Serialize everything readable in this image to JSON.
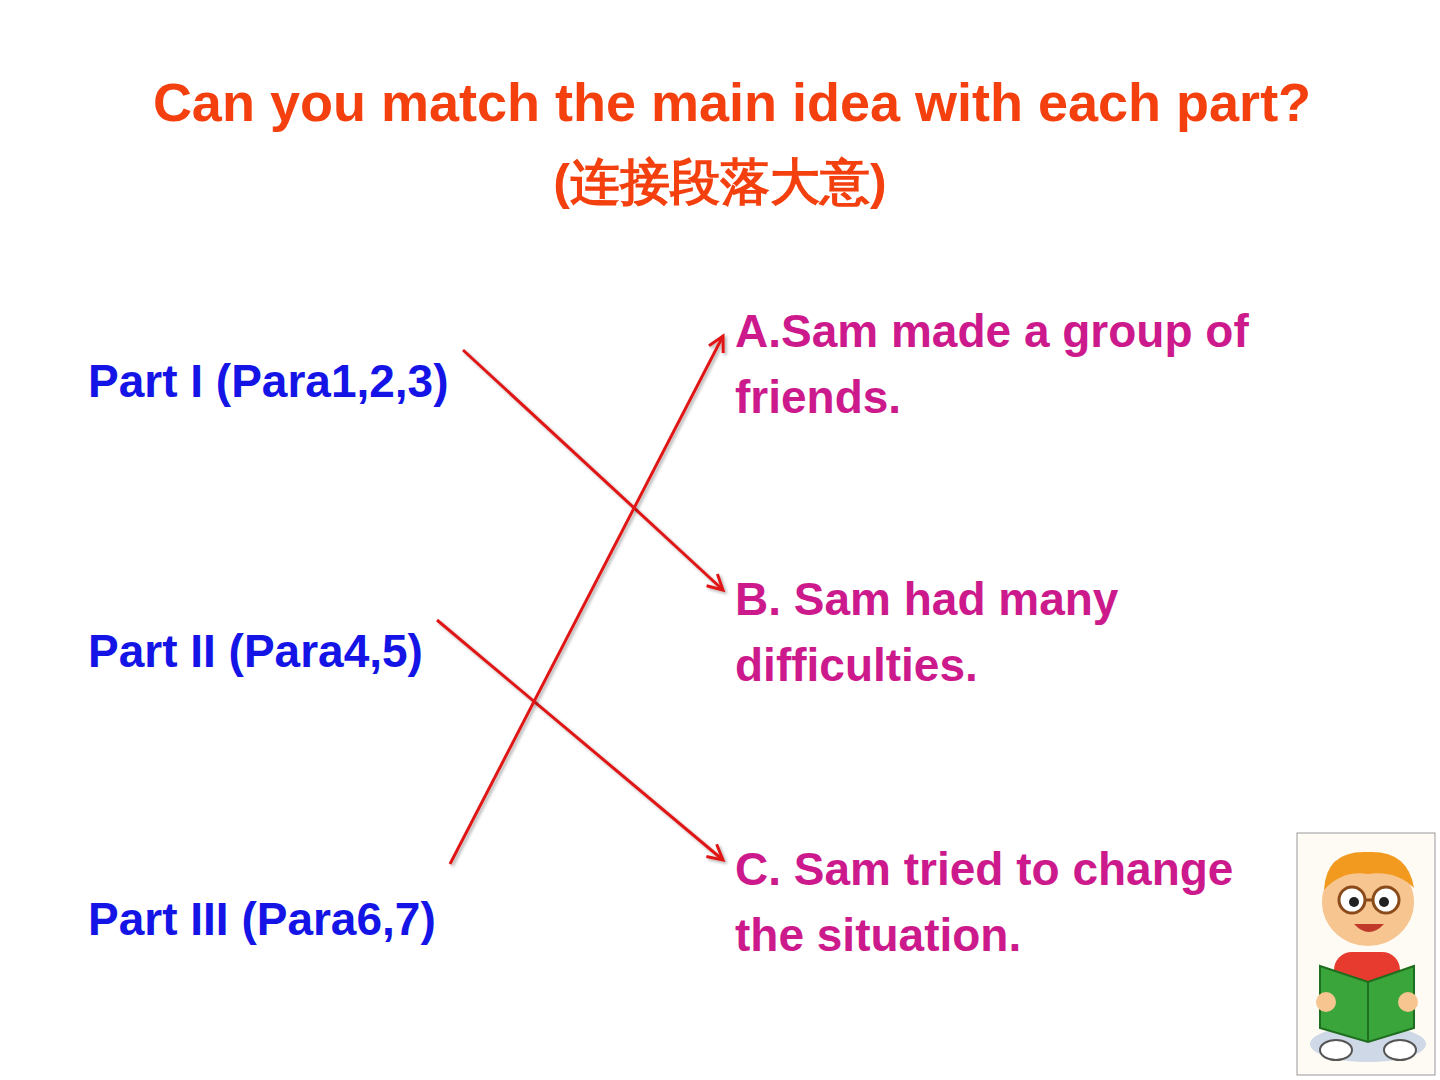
{
  "diagram": {
    "title": "Can you match the main idea with each part?",
    "nodes": [
      {
        "text": [
          "Part I (Para1,2,3)"
        ]
      },
      {
        "text": [
          "Part II (Para4,5)"
        ]
      },
      {
        "text": [
          "Part III (Para6,7)"
        ]
      },
      {
        "text": [
          "A.Sam made a group of friends."
        ]
      },
      {
        "text": [
          "B. Sam had many difficulties."
        ]
      },
      {
        "text": [
          "C. Sam tried to change the situation."
        ]
      }
    ],
    "edges": [
      {
        "from": 0,
        "to": 4,
        "arrow": "to"
      },
      {
        "from": 1,
        "to": 5,
        "arrow": "to"
      },
      {
        "from": 2,
        "to": 3,
        "arrow": "to"
      }
    ],
    "labels": [
      "(连接段落大意)"
    ]
  }
}
